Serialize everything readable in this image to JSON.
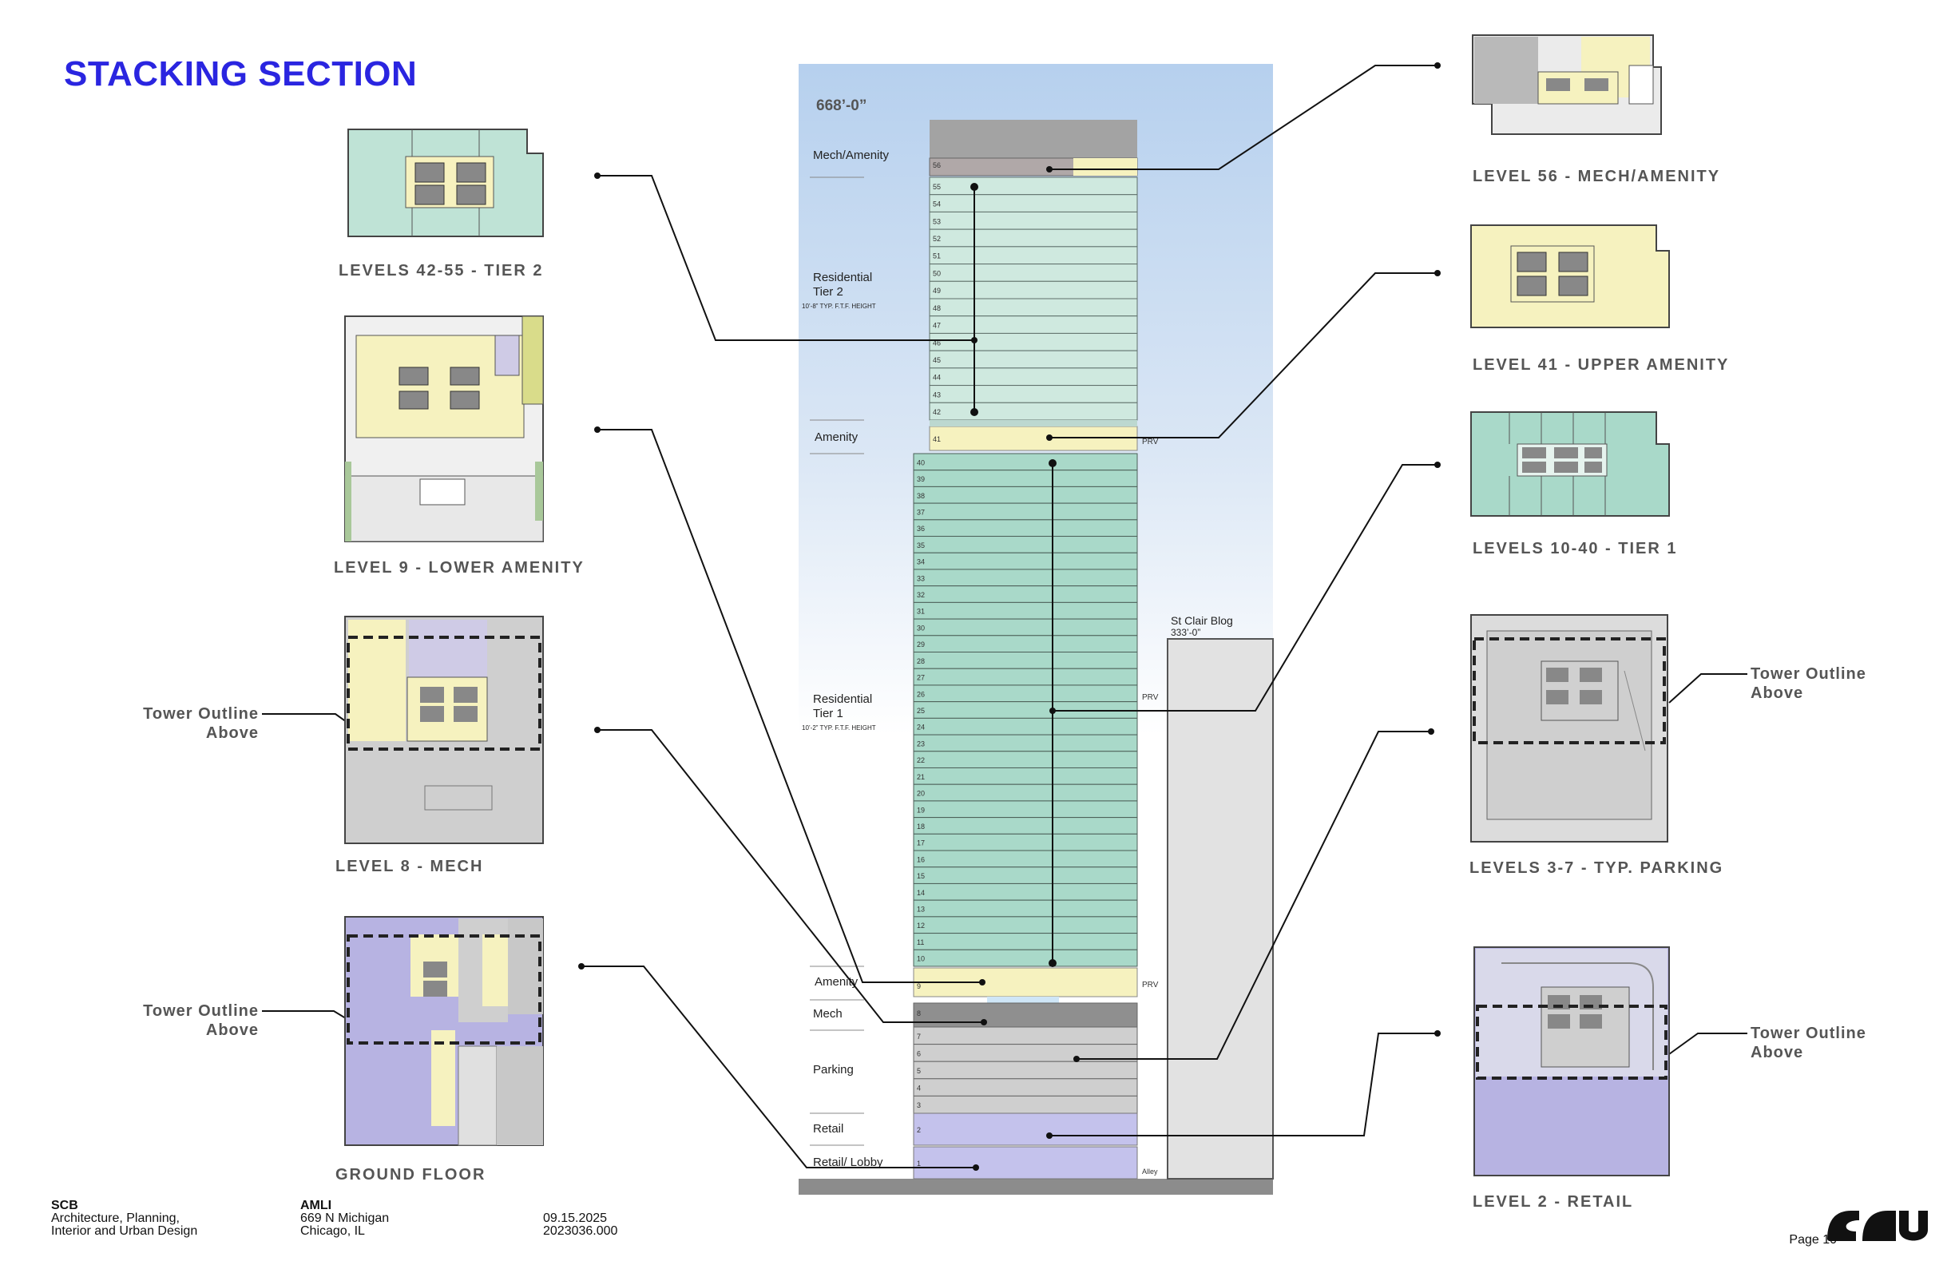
{
  "page": {
    "title": "STACKING SECTION",
    "page_number": "Page 10"
  },
  "footer": {
    "firm_name": "SCB",
    "firm_line1": "Architecture, Planning,",
    "firm_line2": "Interior and Urban Design",
    "client": "AMLI",
    "address1": "669 N Michigan",
    "address2": "Chicago, IL",
    "date": "09.15.2025",
    "project_no": "2023036.000"
  },
  "section": {
    "height_label": "668’-0”",
    "zones": {
      "mech_amenity": "Mech/Amenity",
      "res_tier2": "Residential",
      "res_tier2_b": "Tier 2",
      "res_tier2_note": "10’-8” TYP. F.T.F. HEIGHT",
      "amenity_upper": "Amenity",
      "res_tier1": "Residential",
      "res_tier1_b": "Tier 1",
      "res_tier1_note": "10’-2” TYP. F.T.F. HEIGHT",
      "amenity_lower": "Amenity",
      "mech": "Mech",
      "parking": "Parking",
      "retail": "Retail",
      "retail_lobby": "Retail/ Lobby"
    },
    "prv": "PRV",
    "alley": "Alley",
    "neighbor_name": "St Clair Blog",
    "neighbor_height": "333’-0”",
    "floor_numbers": [
      "56",
      "55",
      "54",
      "53",
      "52",
      "51",
      "50",
      "49",
      "48",
      "47",
      "46",
      "45",
      "44",
      "43",
      "42",
      "41",
      "40",
      "39",
      "38",
      "37",
      "36",
      "35",
      "34",
      "33",
      "32",
      "31",
      "30",
      "29",
      "28",
      "27",
      "26",
      "25",
      "24",
      "23",
      "22",
      "21",
      "20",
      "19",
      "18",
      "17",
      "16",
      "15",
      "14",
      "13",
      "12",
      "11",
      "10",
      "9",
      "8",
      "7",
      "6",
      "5",
      "4",
      "3",
      "2",
      "1"
    ]
  },
  "plans": {
    "tier2": "LEVELS 42-55 - TIER 2",
    "lower_amenity": "LEVEL 9 - LOWER AMENITY",
    "mech": "LEVEL 8 - MECH",
    "ground": "GROUND FLOOR",
    "mech_amenity": "LEVEL 56 - MECH/AMENITY",
    "upper_amenity": "LEVEL 41 - UPPER AMENITY",
    "tier1": "LEVELS 10-40 - TIER 1",
    "parking": "LEVELS 3-7 - TYP. PARKING",
    "retail": "LEVEL 2 - RETAIL"
  },
  "tower_outline_note": {
    "line1": "Tower Outline",
    "line2": "Above"
  },
  "colors": {
    "title": "#2a25e0",
    "residential": "#cfe9df",
    "residential_tier1": "#a9d9c9",
    "amenity": "#f6f2bf",
    "mech": "#9a9a9a",
    "parking": "#cfcfcf",
    "retail": "#c4c2ec",
    "sky": "#b8d2ee"
  }
}
